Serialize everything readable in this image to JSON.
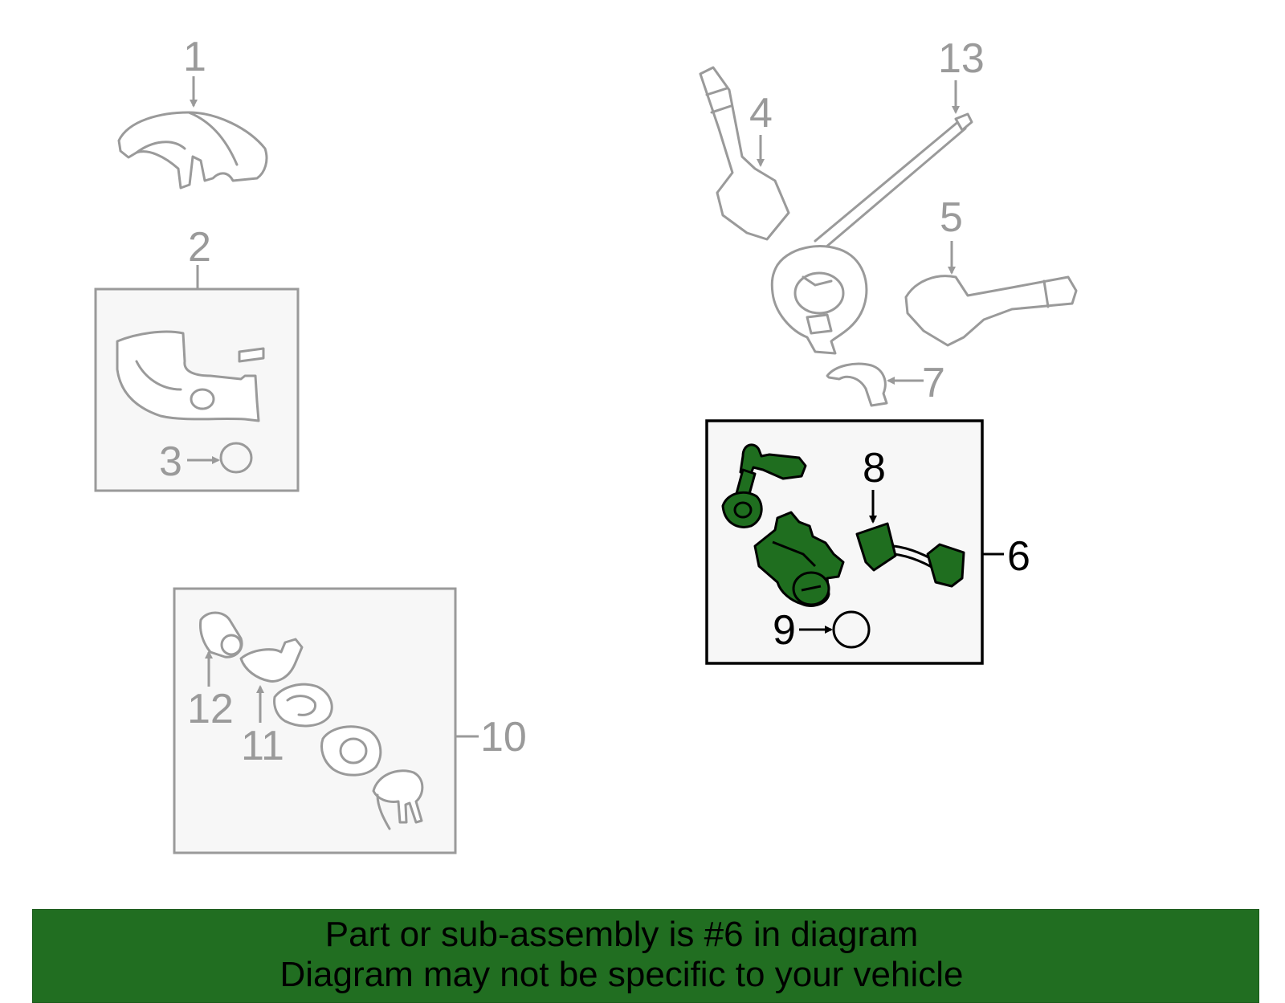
{
  "labels": {
    "p1": "1",
    "p2": "2",
    "p3": "3",
    "p4": "4",
    "p5": "5",
    "p6": "6",
    "p7": "7",
    "p8": "8",
    "p9": "9",
    "p10": "10",
    "p11": "11",
    "p12": "12",
    "p13": "13"
  },
  "highlighted_part": "6",
  "colors": {
    "highlight": "#1f6e1f",
    "banner": "#216e21",
    "inactive": "#9a9a9a"
  },
  "banner": {
    "line1": "Part or sub-assembly is #6 in diagram",
    "line2": "Diagram may not be specific to your vehicle"
  }
}
